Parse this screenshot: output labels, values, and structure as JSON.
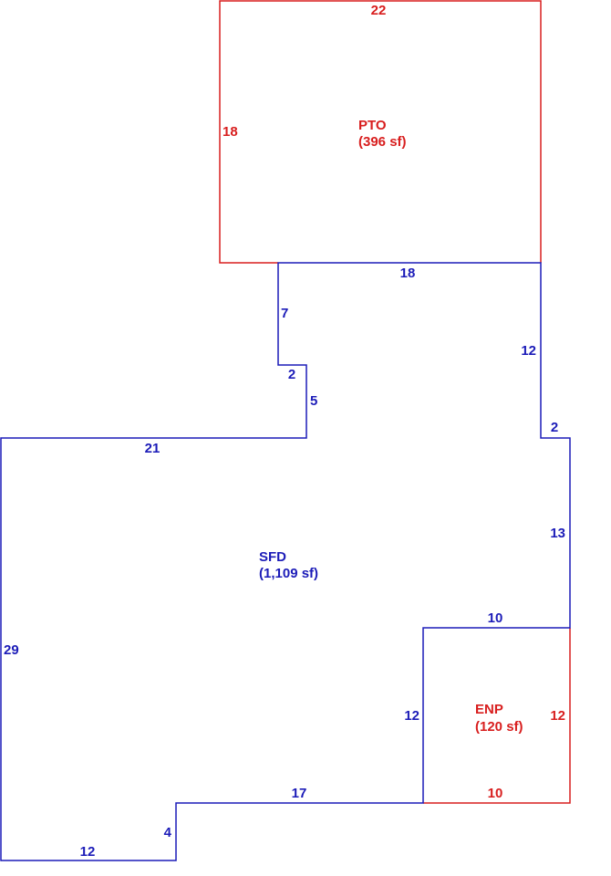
{
  "colors": {
    "living": "#1c1cb8",
    "other": "#d81e1e",
    "background": "#ffffff"
  },
  "areas": {
    "pto": {
      "code": "PTO",
      "size": "(396 sf)"
    },
    "sfd": {
      "code": "SFD",
      "size": "(1,109 sf)"
    },
    "enp": {
      "code": "ENP",
      "size": "(120 sf)"
    }
  },
  "dims": {
    "pto_top": "22",
    "pto_left": "18",
    "sfd_top": "18",
    "sfd_step_a": "7",
    "sfd_step_b": "2",
    "sfd_step_c": "5",
    "sfd_right_upper": "12",
    "sfd_jog": "2",
    "sfd_left_top": "21",
    "sfd_right_lower": "13",
    "sfd_left": "29",
    "enp_top": "10",
    "enp_left": "12",
    "enp_right": "12",
    "enp_bottom": "10",
    "sfd_bottom_right": "17",
    "sfd_notch": "4",
    "sfd_bottom_left": "12"
  }
}
